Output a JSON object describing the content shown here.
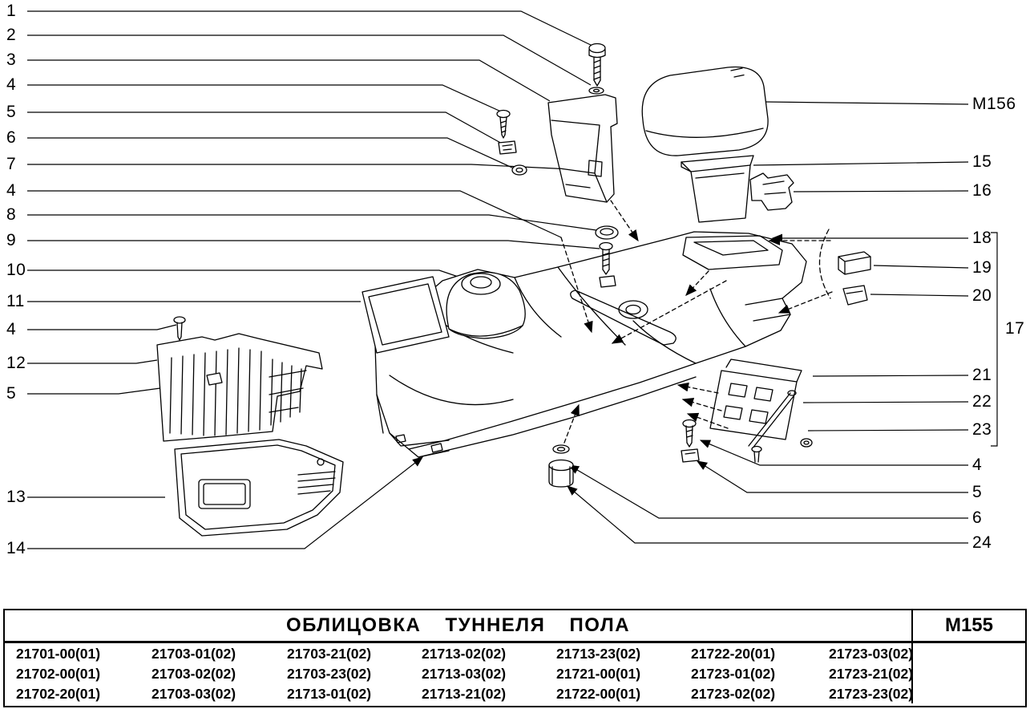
{
  "page": {
    "title": "ОБЛИЦОВКА  ТУННЕЛЯ  ПОЛА",
    "sheet_code": "М155",
    "colors": {
      "ink": "#000000",
      "paper": "#ffffff"
    }
  },
  "callouts": {
    "left": [
      "1",
      "2",
      "3",
      "4",
      "5",
      "6",
      "7",
      "4",
      "8",
      "9",
      "10",
      "11",
      "4",
      "12",
      "5",
      "13",
      "14"
    ],
    "right": [
      "М156",
      "15",
      "16",
      "18",
      "19",
      "20",
      "17",
      "21",
      "22",
      "23",
      "4",
      "5",
      "6",
      "24"
    ]
  },
  "parts_table": {
    "rows": [
      [
        "21701-00(01)",
        "21703-01(02)",
        "21703-21(02)",
        "21713-02(02)",
        "21713-23(02)",
        "21722-20(01)",
        "21723-03(02)"
      ],
      [
        "21702-00(01)",
        "21703-02(02)",
        "21703-23(02)",
        "21713-03(02)",
        "21721-00(01)",
        "21723-01(02)",
        "21723-21(02)"
      ],
      [
        "21702-20(01)",
        "21703-03(02)",
        "21713-01(02)",
        "21713-21(02)",
        "21722-00(01)",
        "21723-02(02)",
        "21723-23(02)"
      ]
    ]
  }
}
